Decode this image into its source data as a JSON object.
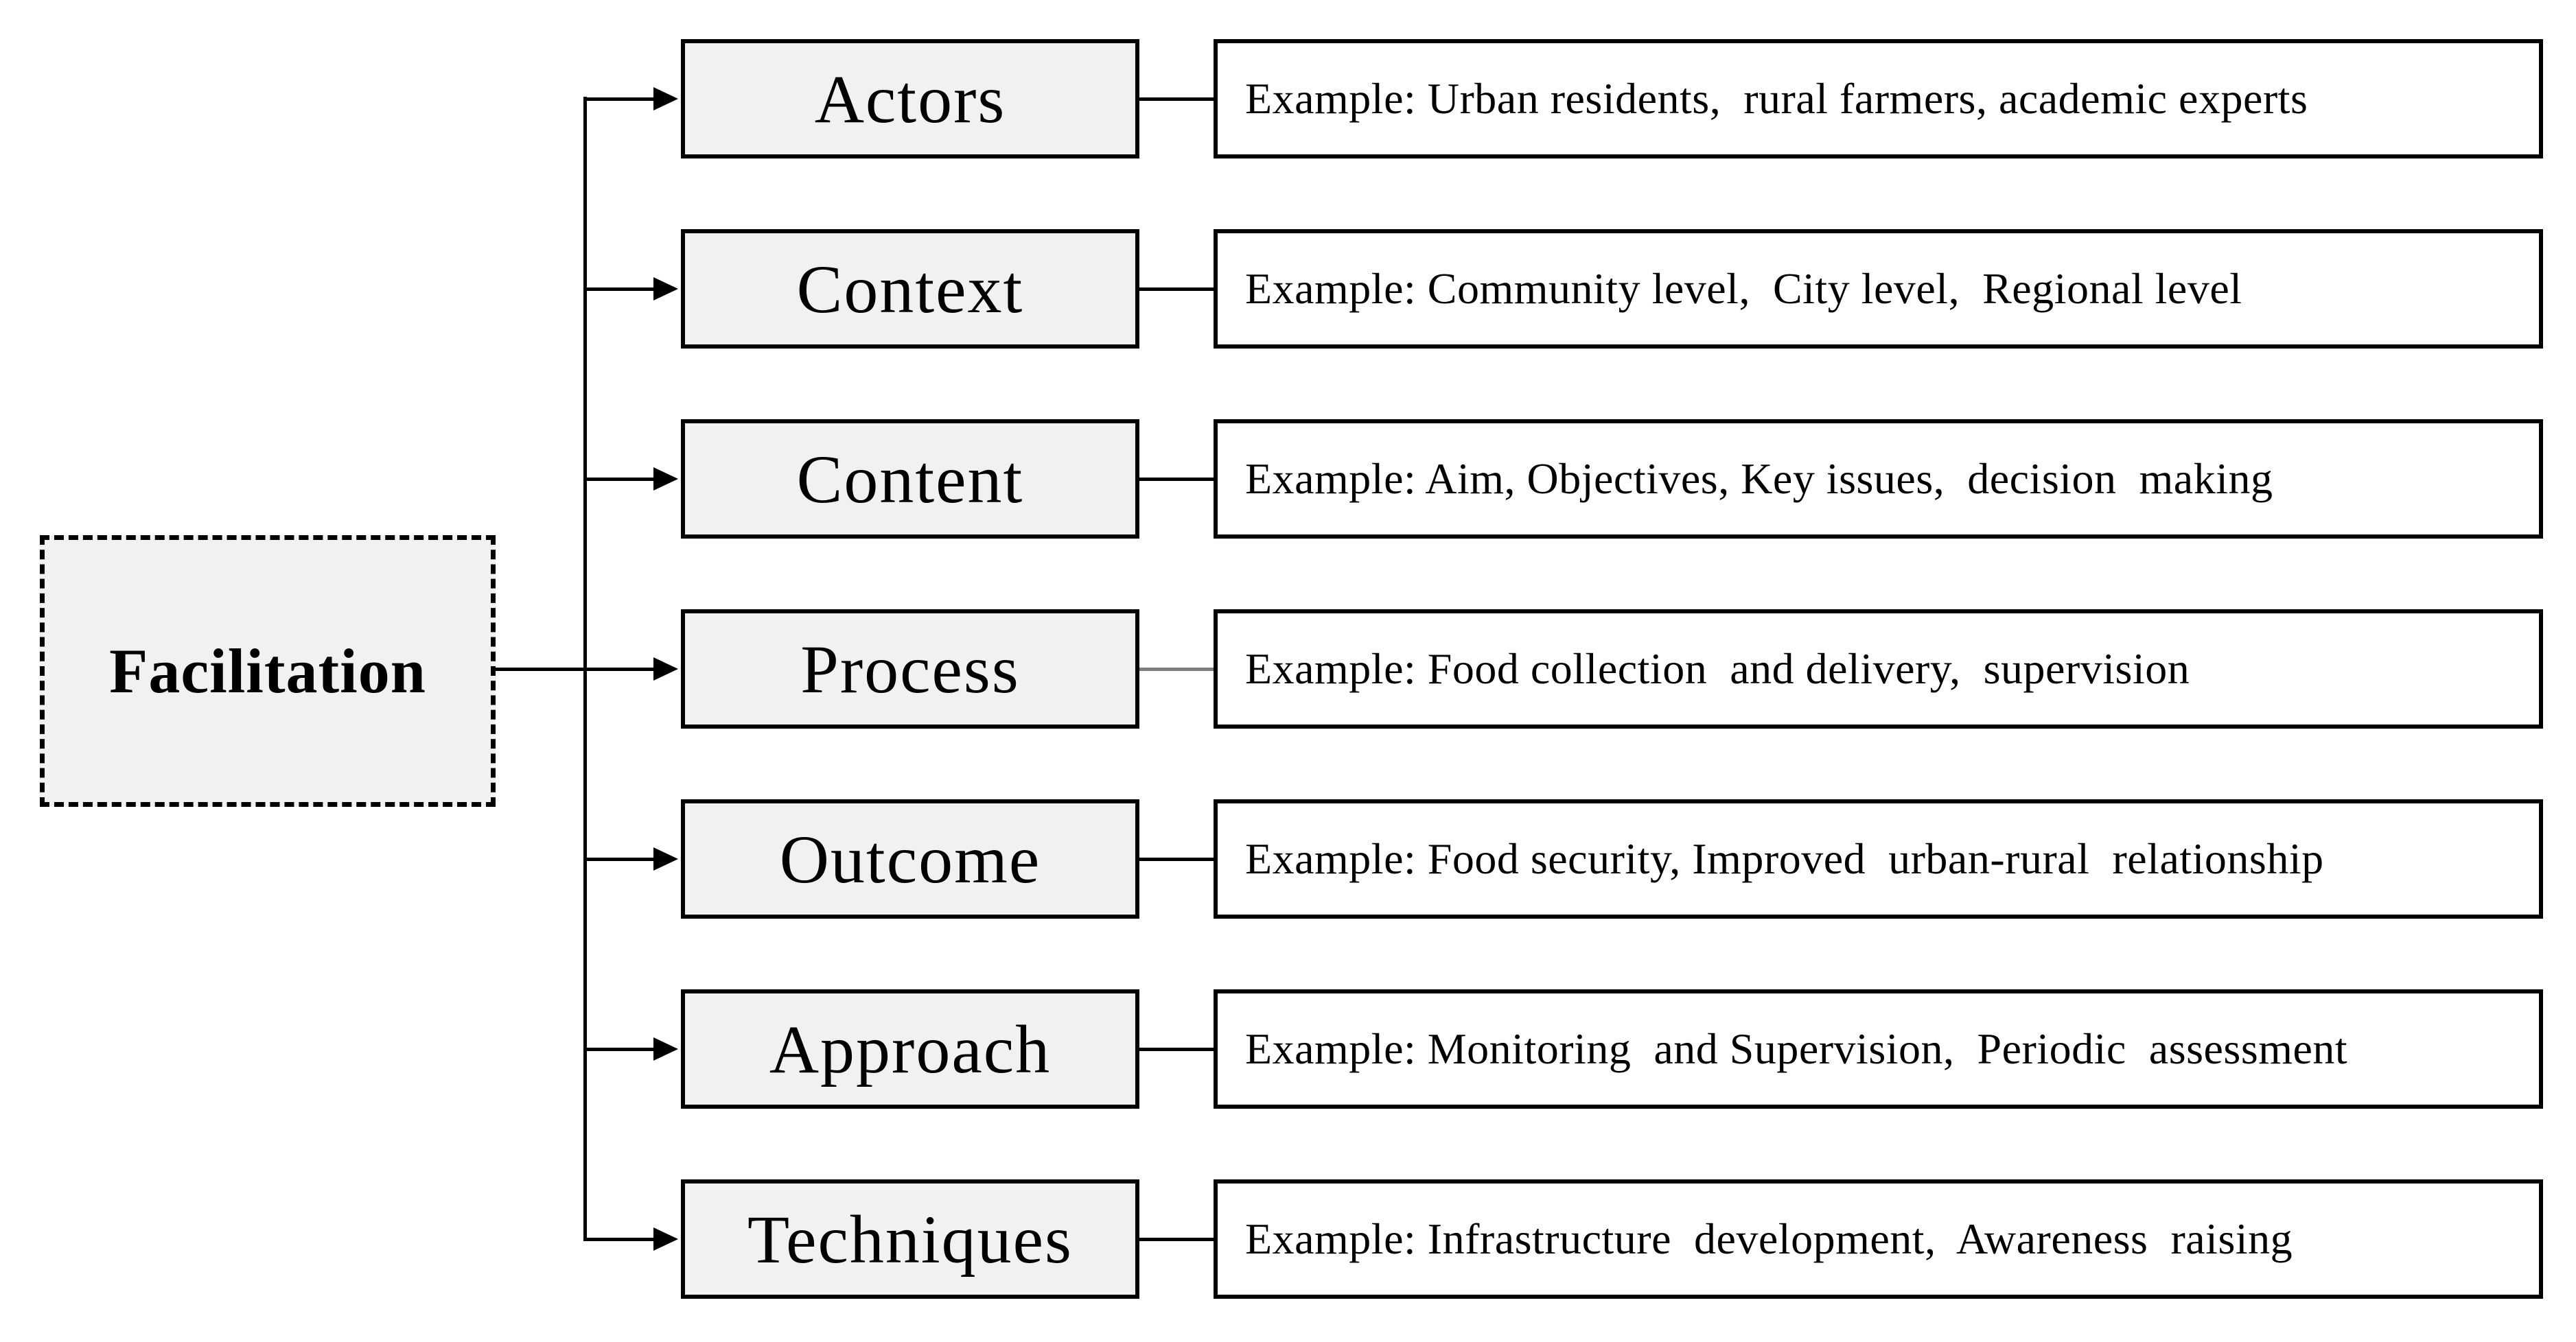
{
  "diagram": {
    "root_label": "Facilitation",
    "colors": {
      "line": "#000000",
      "box_fill": "#f1f1f1",
      "example_fill": "#ffffff",
      "process_connector": "#7f7f7f"
    },
    "rows": [
      {
        "label": "Actors",
        "example": "Example: Urban residents,  rural farmers, academic experts"
      },
      {
        "label": "Context",
        "example": "Example: Community level,  City level,  Regional level"
      },
      {
        "label": "Content",
        "example": "Example: Aim, Objectives, Key issues,  decision  making"
      },
      {
        "label": "Process",
        "example": "Example: Food collection  and delivery,  supervision",
        "connector_color": "#7f7f7f"
      },
      {
        "label": "Outcome",
        "example": "Example: Food security, Improved  urban-rural  relationship"
      },
      {
        "label": "Approach",
        "example": "Example: Monitoring  and Supervision,  Periodic  assessment"
      },
      {
        "label": "Techniques",
        "example": "Example: Infrastructure  development,  Awareness  raising"
      }
    ]
  }
}
